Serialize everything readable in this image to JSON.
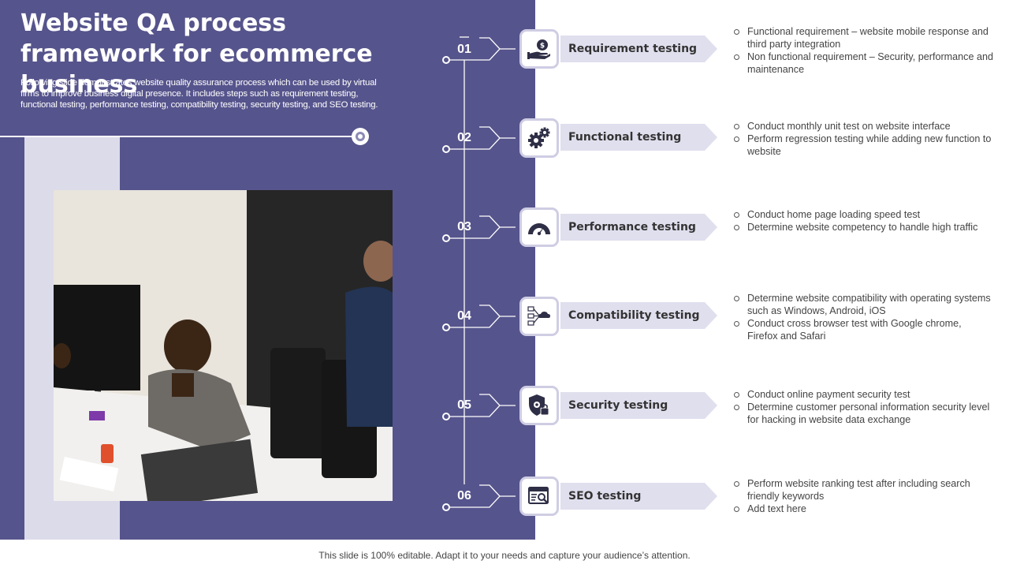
{
  "title": "Website QA process framework for ecommerce business",
  "subtitle": "Following slide demonstrates website quality assurance process which can be used by virtual firms to improve business digital presence. It includes steps such as requirement testing, functional testing, performance testing, compatibility testing, security testing, and SEO testing.",
  "colors": {
    "panel": "#56548c",
    "strip": "#dcdbea",
    "banner": "#e0dfee",
    "icon": "#2e2e46"
  },
  "steps": [
    {
      "number": "01",
      "label": "Requirement testing",
      "icon": "money-hand-icon",
      "points": [
        "Functional requirement – website mobile response and third party integration",
        "Non functional requirement – Security, performance and maintenance"
      ]
    },
    {
      "number": "02",
      "label": "Functional testing",
      "icon": "gears-icon",
      "points": [
        "Conduct monthly unit test on website interface",
        "Perform regression testing while adding new function to website"
      ]
    },
    {
      "number": "03",
      "label": "Performance testing",
      "icon": "speedometer-icon",
      "points": [
        "Conduct home page loading speed test",
        "Determine website competency to handle high traffic"
      ]
    },
    {
      "number": "04",
      "label": "Compatibility testing",
      "icon": "network-cloud-icon",
      "points": [
        "Determine website compatibility with operating systems such as Windows, Android, iOS",
        "Conduct cross browser test with Google chrome, Firefox and Safari"
      ]
    },
    {
      "number": "05",
      "label": "Security testing",
      "icon": "shield-lock-icon",
      "points": [
        "Conduct online payment security test",
        "Determine customer personal information security level for hacking in website data exchange"
      ]
    },
    {
      "number": "06",
      "label": "SEO testing",
      "icon": "seo-search-icon",
      "points": [
        "Perform website ranking test after including search friendly keywords",
        "Add text here"
      ]
    }
  ],
  "footer": "This slide is 100% editable. Adapt it to your needs and capture your audience’s attention."
}
